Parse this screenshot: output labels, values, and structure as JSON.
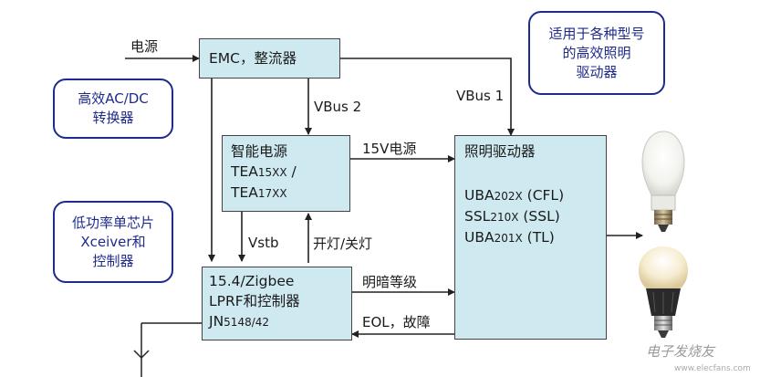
{
  "labels": {
    "power": "电源",
    "emc": "EMC，整流器",
    "vbus2": "VBus 2",
    "vbus1": "VBus 1",
    "v15": "15V电源",
    "vstb": "Vstb",
    "onoff": "开灯/关灯",
    "dim": "明暗等级",
    "eol": "EOL，故障"
  },
  "smart_power": {
    "line1": "智能电源",
    "line2_a": "TEA",
    "line2_b": "15XX",
    "line2_c": " /",
    "line3_a": "TEA",
    "line3_b": "17XX"
  },
  "driver": {
    "title": "照明驱动器",
    "r1_a": "UBA",
    "r1_b": "202X",
    "r1_c": " (CFL)",
    "r2_a": "SSL",
    "r2_b": "210X",
    "r2_c": " (SSL)",
    "r3_a": "UBA",
    "r3_b": "201X",
    "r3_c": " (TL)"
  },
  "zigbee": {
    "line1": "15.4/Zigbee",
    "line2": "LPRF和控制器",
    "line3_a": "JN",
    "line3_b": "5148/42"
  },
  "callouts": {
    "acdc": [
      "高效AC/DC",
      "转换器"
    ],
    "xceiver": [
      "低功率单芯片",
      "Xceiver和",
      "控制器"
    ],
    "models": [
      "适用于各种型号",
      "的高效照明",
      "驱动器"
    ]
  },
  "watermark": {
    "brand": "电子发烧友",
    "url": "www.elecfans.com"
  },
  "colors": {
    "box_fill": "#cfe9f1",
    "callout_border": "#1f2b8c",
    "callout_text": "#1f2b8c",
    "line": "#222222"
  }
}
